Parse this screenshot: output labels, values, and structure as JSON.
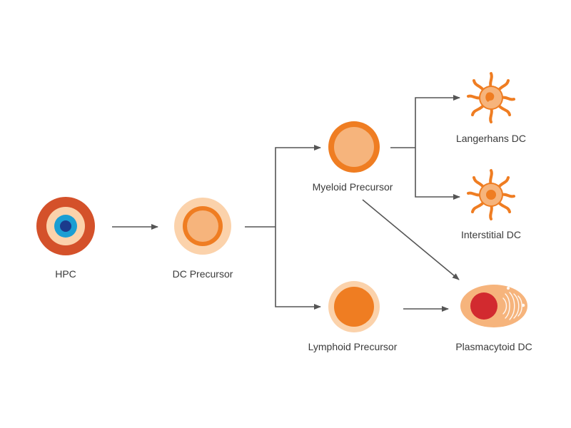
{
  "nodes": {
    "hpc": {
      "label": "HPC"
    },
    "dc_precursor": {
      "label": "DC Precursor"
    },
    "myeloid_precursor": {
      "label": "Myeloid Precursor"
    },
    "lymphoid_precursor": {
      "label": "Lymphoid Precursor"
    },
    "langerhans_dc": {
      "label": "Langerhans DC"
    },
    "interstitial_dc": {
      "label": "Interstitial DC"
    },
    "plasmacytoid_dc": {
      "label": "Plasmacytoid DC"
    }
  },
  "colors": {
    "dark_orange": "#d4512a",
    "orange": "#ef7d22",
    "light_orange": "#f6b47c",
    "pale_orange": "#fbd2ab",
    "teal": "#1a9ed3",
    "navy": "#1b3a8c",
    "red": "#d22a2f",
    "arrow": "#555555"
  }
}
